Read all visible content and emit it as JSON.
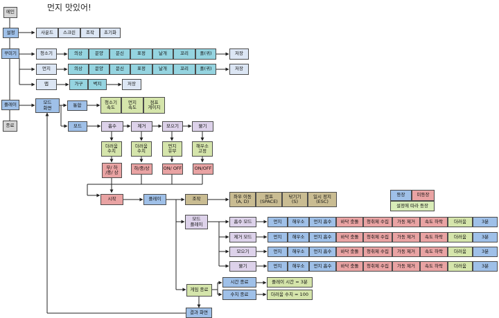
{
  "title": "먼지 맛있어!",
  "nodes": {
    "main": "메인",
    "settings": "설정",
    "decorate": "꾸미기",
    "play": "플레이",
    "quit": "종료",
    "settings_items": [
      "사운드",
      "스크린",
      "조작",
      "초기화"
    ],
    "cleaner": "청소기",
    "dust": "먼지",
    "map": "맵",
    "custom_items": [
      "의상",
      "문양",
      "문신",
      "표정",
      "날개",
      "꼬리",
      "폴(귀)"
    ],
    "save": "저장",
    "map_items": [
      "가구",
      "벽지"
    ],
    "mode_screen": "모드\n화면",
    "integrated": "통합",
    "stat_boxes": [
      "청소기\n속도",
      "먼지\n속도",
      "점프\n게이지"
    ],
    "mode": "모드",
    "submodes": [
      "흡수",
      "제거",
      "모으기",
      "물기"
    ],
    "sub_params": [
      "더러움\n수치",
      "더러움\n수치",
      "먼지\n유무",
      "해우소\n고정"
    ],
    "sub_values": [
      "무/ 하\n/중/ 상",
      "하/중/상",
      "ON/ OFF",
      "ON/OFF"
    ],
    "start": "시작",
    "play2": "플레이",
    "control": "조작",
    "controls": [
      "좌우 이동\n(A, D)",
      "점프\n(SPACE)",
      "닦기기\n(S)",
      "일시 정지\n(ESC)"
    ],
    "mode_play": "모드\n플레이",
    "game_end": "게임 종료",
    "result": "결과 화면",
    "time_end": "시간 종료",
    "value_end": "수치 종료",
    "time_cond": "플레이 시간 = 3분",
    "value_cond": "더러움 수치 = 100"
  },
  "legend": {
    "appear": "등장",
    "not_appear": "미등장",
    "by_setting": "설정에 따라 등장"
  },
  "mode_rows": [
    {
      "label": "흡수 모드",
      "cells": [
        "먼지",
        "해우소",
        "먼지 흡수",
        "바닥 충돌",
        "청취제 수집",
        "가동 제거",
        "속도 하락",
        "더러움",
        "3분"
      ]
    },
    {
      "label": "제거 모드",
      "cells": [
        "먼지",
        "해우소",
        "먼지 흡수",
        "바닥 충돌",
        "청취제 수집",
        "가동 제거",
        "속도 하락",
        "더러움",
        "3분"
      ]
    },
    {
      "label": "모으기",
      "cells": [
        "먼지",
        "해우소",
        "먼지 흡수",
        "바닥 충돌",
        "청취제 수집",
        "가동 제거",
        "속도 하락",
        "더러움",
        "3분"
      ]
    },
    {
      "label": "물기",
      "cells": [
        "먼지",
        "해우소",
        "먼지 흡수",
        "바닥 충돌",
        "청취제 수집",
        "가동 제거",
        "속도 하락",
        "더러움",
        "3분"
      ]
    }
  ],
  "colors": {
    "appear": "#9fc0e8",
    "not_appear": "#e9a3a3",
    "by_setting": "#d5e5ab"
  }
}
